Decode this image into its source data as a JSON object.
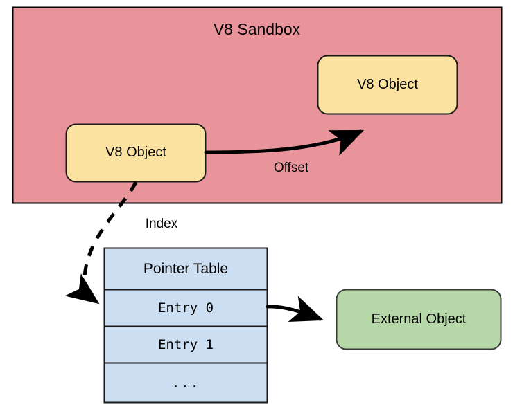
{
  "diagram": {
    "title_region": {
      "sandbox_label": "V8 Sandbox"
    },
    "nodes": {
      "v8_object_left": "V8 Object",
      "v8_object_right": "V8 Object",
      "external_object": "External Object"
    },
    "edges": {
      "offset_label": "Offset",
      "index_label": "Index"
    },
    "pointer_table": {
      "title": "Pointer Table",
      "rows": [
        "Entry 0",
        "Entry 1",
        "..."
      ]
    },
    "colors": {
      "sandbox_fill": "#E8949A",
      "sandbox_stroke": "#000000",
      "v8_object_fill": "#FBE2A0",
      "v8_object_stroke": "#1A1A1A",
      "pointer_table_fill": "#CCDFF2",
      "pointer_table_stroke": "#1A1A1A",
      "external_object_fill": "#B6D7A8",
      "external_object_stroke": "#3A3A3A",
      "arrow_color": "#000000",
      "background": "#FFFFFF"
    }
  }
}
